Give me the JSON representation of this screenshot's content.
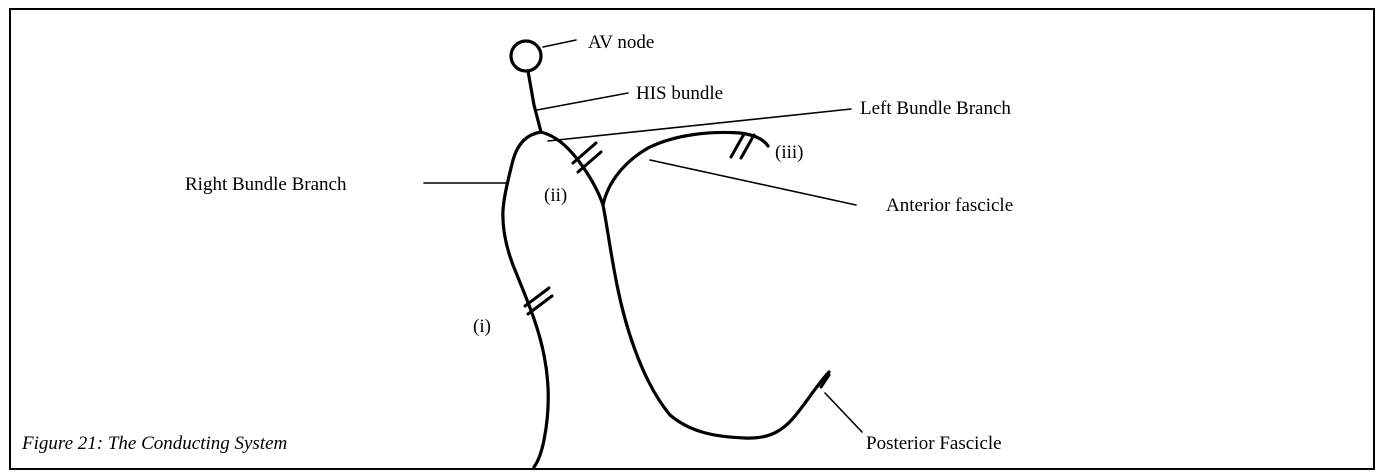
{
  "caption": "Figure 21: The Conducting System",
  "labels": {
    "av_node": "AV node",
    "his_bundle": "HIS bundle",
    "left_bundle_branch": "Left Bundle Branch",
    "right_bundle_branch": "Right Bundle Branch",
    "anterior_fascicle": "Anterior fascicle",
    "posterior_fascicle": "Posterior Fascicle"
  },
  "block_markers": {
    "i": "(i)",
    "ii": "(ii)",
    "iii": "(iii)"
  }
}
